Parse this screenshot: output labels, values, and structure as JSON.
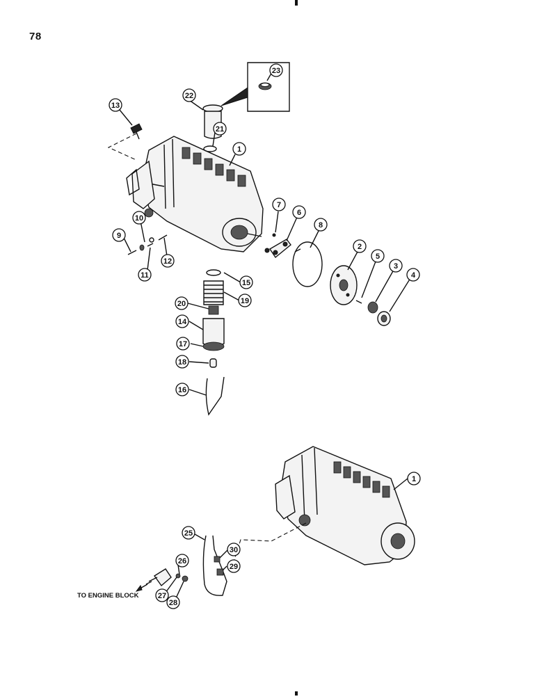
{
  "page": {
    "number": "78"
  },
  "callouts": {
    "c1a": "1",
    "c1b": "1",
    "c2": "2",
    "c3": "3",
    "c4": "4",
    "c5": "5",
    "c6": "6",
    "c7": "7",
    "c8": "8",
    "c9": "9",
    "c10": "10",
    "c11": "11",
    "c12": "12",
    "c13": "13",
    "c14": "14",
    "c15": "15",
    "c16": "16",
    "c17": "17",
    "c18": "18",
    "c19": "19",
    "c20": "20",
    "c21": "21",
    "c22": "22",
    "c23": "23",
    "c25": "25",
    "c26": "26",
    "c27": "27",
    "c28": "28",
    "c29": "29",
    "c30": "30"
  },
  "captions": {
    "engine_block": "TO ENGINE BLOCK"
  }
}
